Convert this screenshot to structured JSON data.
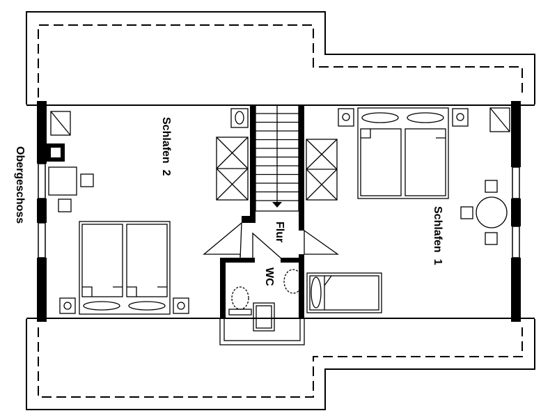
{
  "plan": {
    "floor_label": "Obergeschoss",
    "rooms": {
      "bedroom_2": "Schlafen  2",
      "bedroom_1": "Schlafen  1",
      "hallway": "Flur",
      "toilet": "WC"
    }
  }
}
